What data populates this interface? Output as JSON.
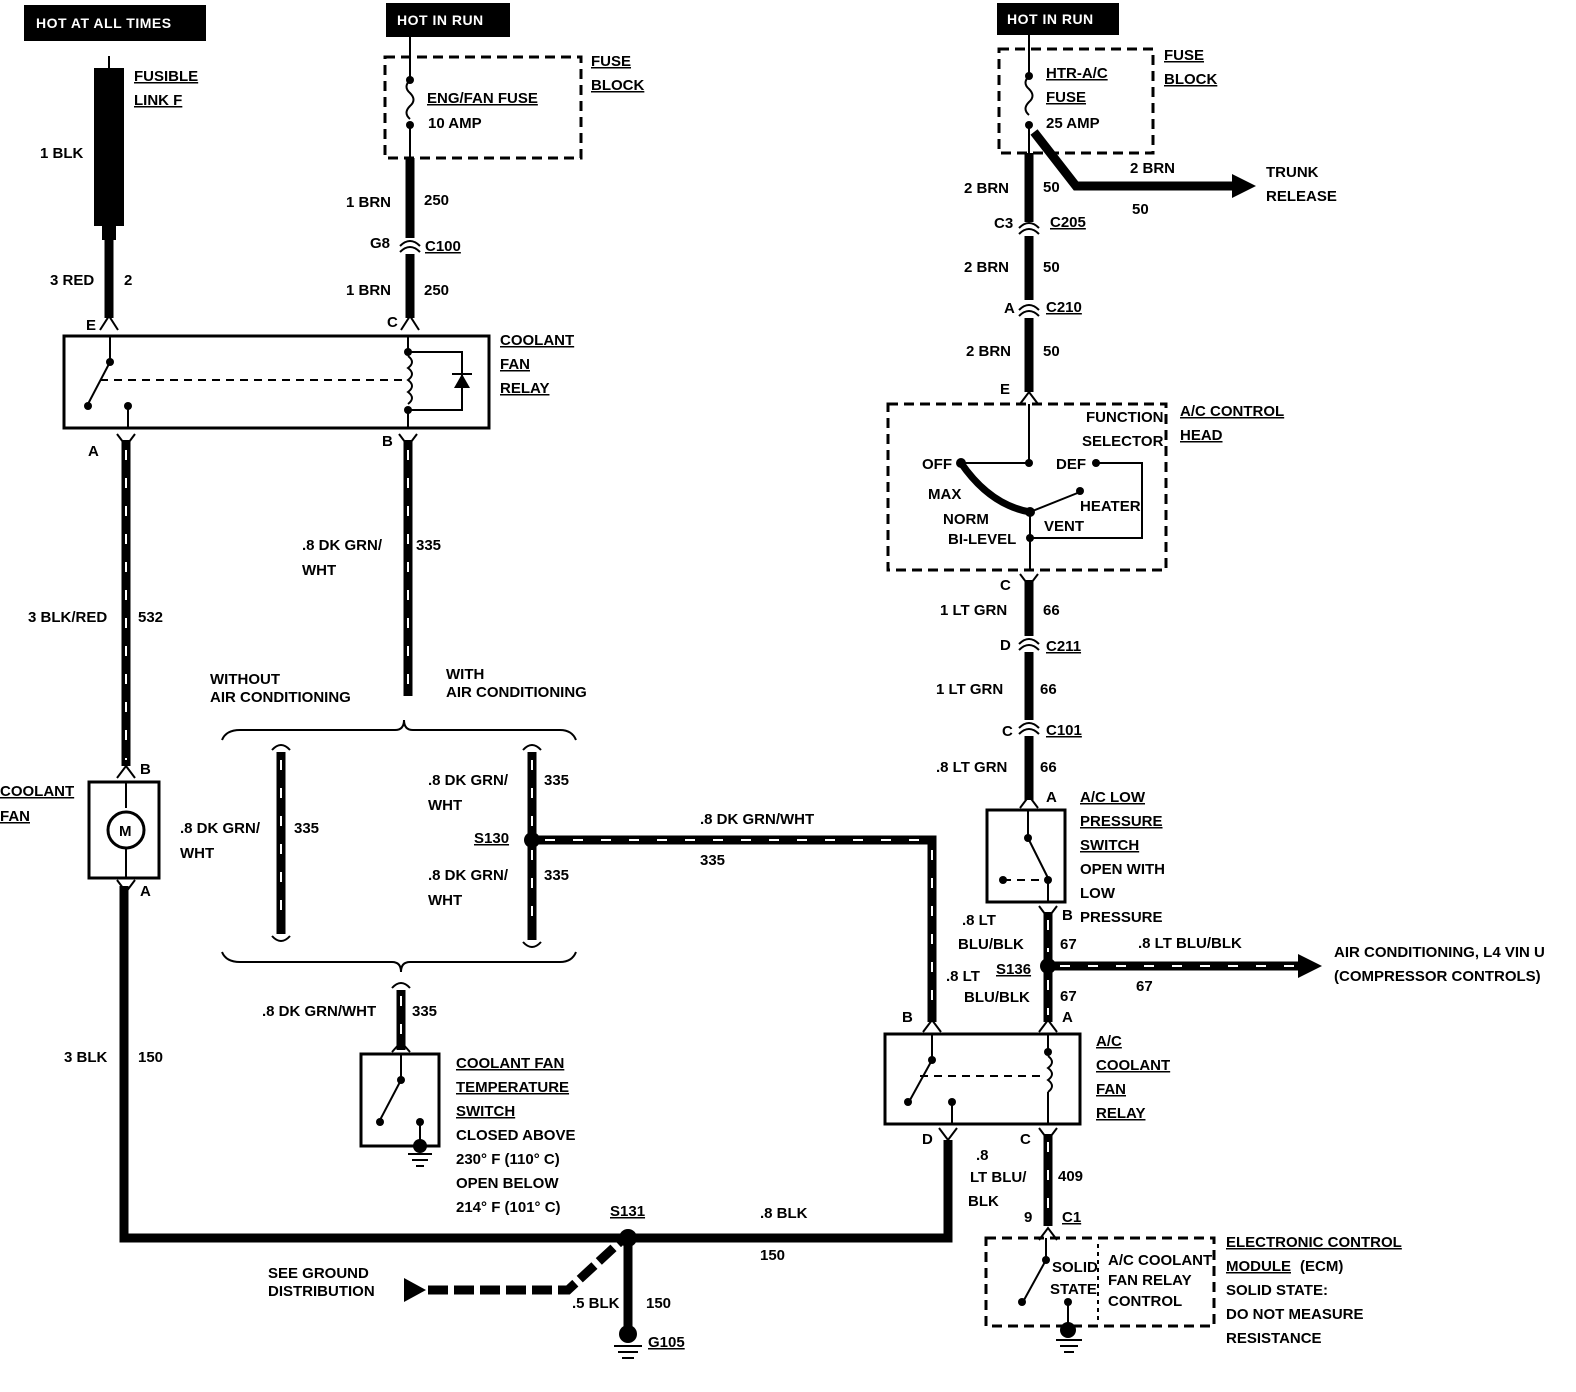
{
  "headers": {
    "hot_at_all_times": "HOT AT ALL TIMES",
    "hot_in_run_1": "HOT IN RUN",
    "hot_in_run_2": "HOT IN RUN"
  },
  "components": {
    "fusible_link": [
      "FUSIBLE",
      "LINK F"
    ],
    "fuse_block_1": [
      "FUSE",
      "BLOCK"
    ],
    "eng_fan_fuse": "ENG/FAN FUSE",
    "eng_fan_fuse_rating": "10 AMP",
    "fuse_block_2": [
      "FUSE",
      "BLOCK"
    ],
    "htr_ac_fuse": [
      "HTR-A/C",
      "FUSE"
    ],
    "htr_ac_fuse_rating": "25 AMP",
    "coolant_fan_relay": [
      "COOLANT",
      "FAN",
      "RELAY"
    ],
    "coolant_fan": [
      "COOLANT",
      "FAN"
    ],
    "motor_symbol": "M",
    "coolant_fan_temp_switch": [
      "COOLANT FAN",
      "TEMPERATURE",
      "SWITCH"
    ],
    "coolant_fan_temp_switch_desc": [
      "CLOSED ABOVE",
      "230° F (110° C)",
      "OPEN BELOW",
      "214° F (101° C)"
    ],
    "ac_control_head": [
      "A/C CONTROL",
      "HEAD"
    ],
    "function_selector": [
      "FUNCTION",
      "SELECTOR"
    ],
    "selector_positions": {
      "off": "OFF",
      "max": "MAX",
      "norm": "NORM",
      "bilevel": "BI-LEVEL",
      "vent": "VENT",
      "heater": "HEATER",
      "def": "DEF"
    },
    "ac_low_pressure_switch": [
      "A/C LOW",
      "PRESSURE",
      "SWITCH"
    ],
    "ac_low_pressure_switch_desc": [
      "OPEN WITH",
      "LOW",
      "PRESSURE"
    ],
    "ac_coolant_fan_relay": [
      "A/C",
      "COOLANT",
      "FAN",
      "RELAY"
    ],
    "ecm": [
      "ELECTRONIC CONTROL",
      "MODULE"
    ],
    "ecm_suffix": "(ECM)",
    "ecm_desc": [
      "SOLID STATE:",
      "DO NOT MEASURE",
      "RESISTANCE"
    ],
    "ecm_inner": [
      "SOLID",
      "STATE"
    ],
    "ecm_inner_right": [
      "A/C COOLANT",
      "FAN RELAY",
      "CONTROL"
    ],
    "trunk_release": [
      "TRUNK",
      "RELEASE"
    ],
    "ac_compressor": [
      "AIR CONDITIONING, L4 VIN U",
      "(COMPRESSOR CONTROLS)"
    ],
    "ground_dist": [
      "SEE GROUND",
      "DISTRIBUTION"
    ],
    "without_ac": [
      "WITHOUT",
      "AIR CONDITIONING"
    ],
    "with_ac": [
      "WITH",
      "AIR CONDITIONING"
    ]
  },
  "connectors": {
    "c100": "C100",
    "g8": "G8",
    "c205": "C205",
    "c3": "C3",
    "c210": "C210",
    "a_c210": "A",
    "c211": "C211",
    "d_c211": "D",
    "c101": "C101",
    "c_c101": "C",
    "c1": "C1",
    "nine": "9",
    "s130": "S130",
    "s131": "S131",
    "s136": "S136",
    "g105": "G105"
  },
  "pins": {
    "relay1_e": "E",
    "relay1_c": "C",
    "relay1_a": "A",
    "relay1_b": "B",
    "fan_b": "B",
    "fan_a": "A",
    "head_e": "E",
    "head_c": "C",
    "lps_a": "A",
    "lps_b": "B",
    "relay2_b": "B",
    "relay2_a": "A",
    "relay2_d": "D",
    "relay2_c": "C"
  },
  "wires": {
    "w_1blk": "1 BLK",
    "w_3red": "3 RED",
    "w_3red_n": "2",
    "w_1brn_a": "1 BRN",
    "w_1brn_a_n": "250",
    "w_1brn_b": "1 BRN",
    "w_1brn_b_n": "250",
    "w_3blkred": "3 BLK/RED",
    "w_3blkred_n": "532",
    "w_dkgrn_a": [
      ".8 DK GRN/",
      "WHT"
    ],
    "w_dkgrn_a_n": "335",
    "w_dkgrn_b": [
      ".8 DK GRN/",
      "WHT"
    ],
    "w_dkgrn_b_n": "335",
    "w_dkgrn_c": [
      ".8 DK GRN/",
      "WHT"
    ],
    "w_dkgrn_c_n": "335",
    "w_dkgrn_d": [
      ".8 DK GRN/",
      "WHT"
    ],
    "w_dkgrn_d_n": "335",
    "w_dkgrn_e": ".8 DK GRN/WHT",
    "w_dkgrn_e_n": "335",
    "w_dkgrn_f": ".8 DK GRN/WHT",
    "w_dkgrn_f_n": "335",
    "w_3blk": "3 BLK",
    "w_3blk_n": "150",
    "w_8blk": ".8 BLK",
    "w_8blk_n": "150",
    "w_5blk": ".5 BLK",
    "w_5blk_n": "150",
    "w_2brn_a": "2 BRN",
    "w_2brn_a_n": "50",
    "w_2brn_b": "2 BRN",
    "w_2brn_b_n": "50",
    "w_2brn_c": "2 BRN",
    "w_2brn_c_n": "50",
    "w_2brn_d": "2 BRN",
    "w_2brn_d_n": "50",
    "w_1ltgrn_a": "1 LT GRN",
    "w_1ltgrn_a_n": "66",
    "w_1ltgrn_b": "1 LT GRN",
    "w_1ltgrn_b_n": "66",
    "w_8ltgrn": ".8 LT GRN",
    "w_8ltgrn_n": "66",
    "w_ltblu_a": [
      ".8 LT",
      "BLU/BLK"
    ],
    "w_ltblu_a_n": "67",
    "w_ltblu_b": [
      ".8 LT",
      "BLU/BLK"
    ],
    "w_ltblu_b_n": "67",
    "w_ltblu_c": ".8 LT BLU/BLK",
    "w_ltblu_c_n": "67",
    "w_ltblu_d": [
      ".8",
      "LT BLU/",
      "BLK"
    ],
    "w_ltblu_d_n": "409"
  }
}
